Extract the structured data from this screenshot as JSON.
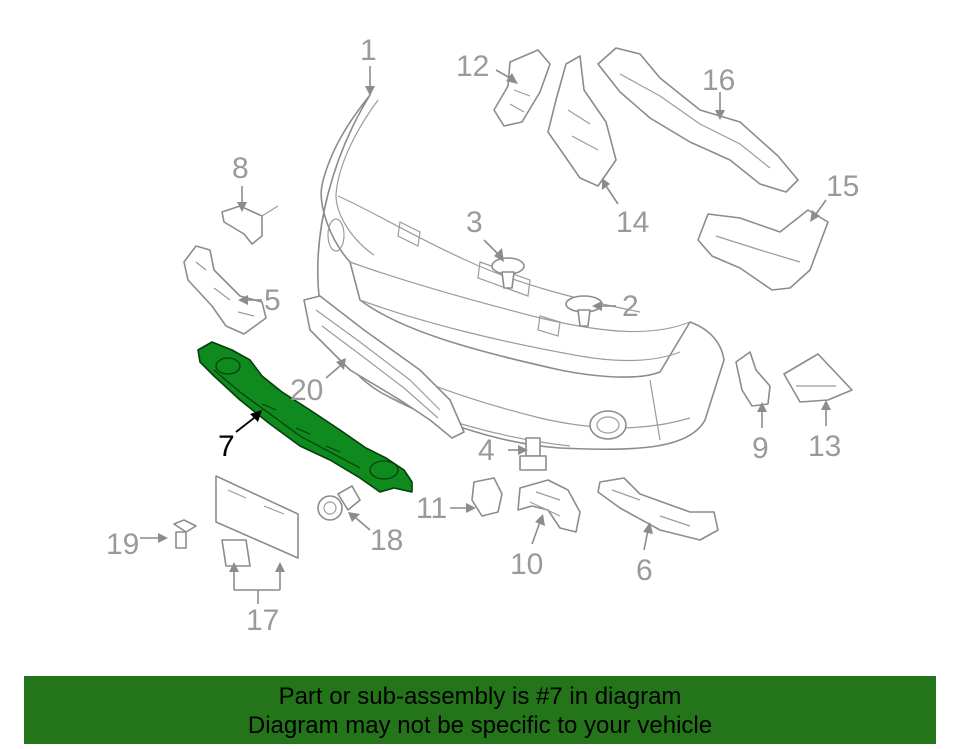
{
  "diagram": {
    "callouts": [
      {
        "id": "1",
        "label": "1"
      },
      {
        "id": "2",
        "label": "2"
      },
      {
        "id": "3",
        "label": "3"
      },
      {
        "id": "4",
        "label": "4"
      },
      {
        "id": "5",
        "label": "5"
      },
      {
        "id": "6",
        "label": "6"
      },
      {
        "id": "7",
        "label": "7",
        "highlighted": true
      },
      {
        "id": "8",
        "label": "8"
      },
      {
        "id": "9",
        "label": "9"
      },
      {
        "id": "10",
        "label": "10"
      },
      {
        "id": "11",
        "label": "11"
      },
      {
        "id": "12",
        "label": "12"
      },
      {
        "id": "13",
        "label": "13"
      },
      {
        "id": "14",
        "label": "14"
      },
      {
        "id": "15",
        "label": "15"
      },
      {
        "id": "16",
        "label": "16"
      },
      {
        "id": "17",
        "label": "17"
      },
      {
        "id": "18",
        "label": "18"
      },
      {
        "id": "19",
        "label": "19"
      },
      {
        "id": "20",
        "label": "20"
      }
    ],
    "highlight_color": "#0e8a1e",
    "line_color": "#8c8c8c"
  },
  "banner": {
    "line1": "Part or sub-assembly is #7 in diagram",
    "line2": "Diagram may not be specific to your vehicle",
    "background": "#24751a"
  }
}
